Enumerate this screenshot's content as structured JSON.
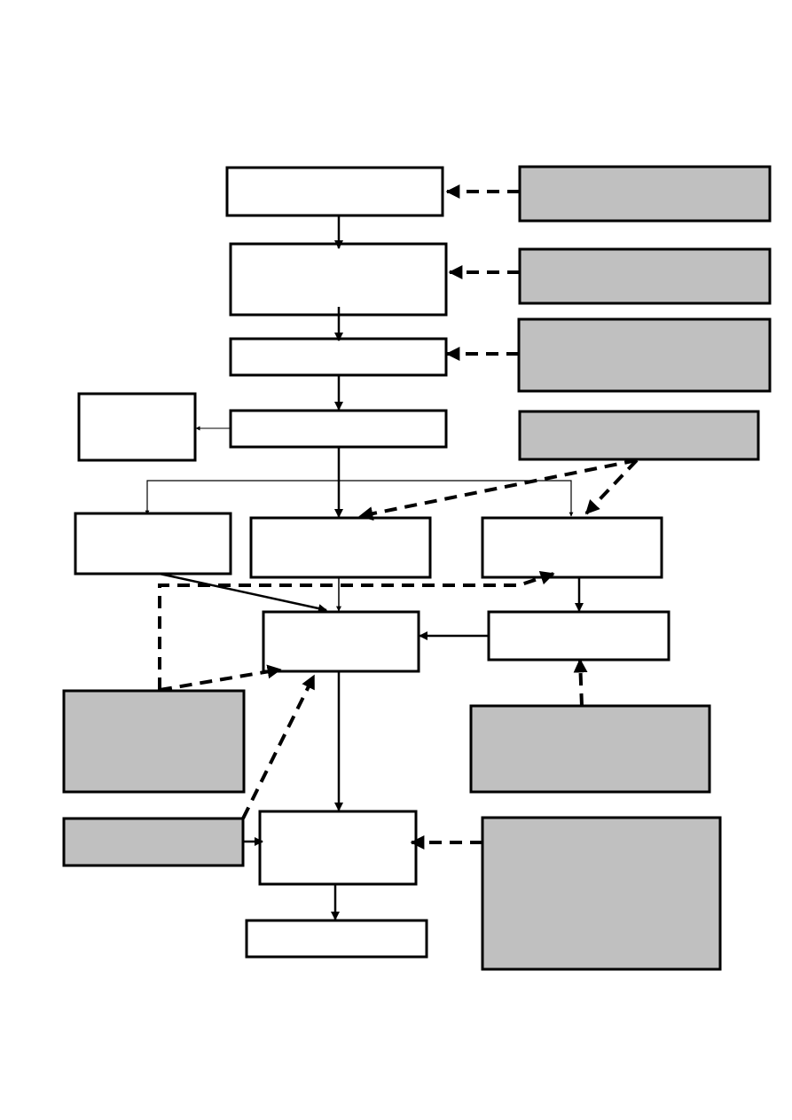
{
  "diagram": {
    "colors": {
      "stroke": "#000000",
      "process_fill": "#ffffff",
      "input_fill": "#c0c0c0",
      "background": "#ffffff"
    },
    "process_boxes": [
      {
        "id": "p1",
        "label": ""
      },
      {
        "id": "p2",
        "label": ""
      },
      {
        "id": "p3",
        "label": ""
      },
      {
        "id": "p4",
        "label": ""
      },
      {
        "id": "side-left",
        "label": ""
      },
      {
        "id": "branch-left",
        "label": ""
      },
      {
        "id": "branch-middle",
        "label": ""
      },
      {
        "id": "branch-right",
        "label": ""
      },
      {
        "id": "merge",
        "label": ""
      },
      {
        "id": "right-step",
        "label": ""
      },
      {
        "id": "lower",
        "label": ""
      },
      {
        "id": "final",
        "label": ""
      }
    ],
    "input_boxes": [
      {
        "id": "in1",
        "label": ""
      },
      {
        "id": "in2",
        "label": ""
      },
      {
        "id": "in3",
        "label": ""
      },
      {
        "id": "in4",
        "label": ""
      },
      {
        "id": "in-left-large",
        "label": ""
      },
      {
        "id": "in-left-small",
        "label": ""
      },
      {
        "id": "in-right-mid",
        "label": ""
      },
      {
        "id": "in-right-large",
        "label": ""
      }
    ],
    "connectors": {
      "solid": [
        {
          "from": "p1",
          "to": "p2"
        },
        {
          "from": "p2",
          "to": "p3"
        },
        {
          "from": "p3",
          "to": "p4"
        },
        {
          "from": "p4",
          "to": "side-left"
        },
        {
          "from": "p4",
          "to": "branch-left"
        },
        {
          "from": "p4",
          "to": "branch-middle"
        },
        {
          "from": "p4",
          "to": "branch-right"
        },
        {
          "from": "branch-left",
          "to": "merge"
        },
        {
          "from": "branch-middle",
          "to": "merge"
        },
        {
          "from": "branch-right",
          "to": "right-step"
        },
        {
          "from": "right-step",
          "to": "merge"
        },
        {
          "from": "merge",
          "to": "lower"
        },
        {
          "from": "lower",
          "to": "final"
        },
        {
          "from": "in-left-small",
          "to": "lower"
        }
      ],
      "dashed": [
        {
          "from": "in1",
          "to": "p1"
        },
        {
          "from": "in2",
          "to": "p2"
        },
        {
          "from": "in3",
          "to": "p3"
        },
        {
          "from": "in4",
          "to": "branch-middle"
        },
        {
          "from": "in4",
          "to": "branch-right"
        },
        {
          "from": "in-left-large",
          "to": "branch-right"
        },
        {
          "from": "in-left-large",
          "to": "merge"
        },
        {
          "from": "in-left-small",
          "to": "merge"
        },
        {
          "from": "in-right-mid",
          "to": "right-step"
        },
        {
          "from": "in-right-large",
          "to": "lower"
        }
      ]
    }
  }
}
